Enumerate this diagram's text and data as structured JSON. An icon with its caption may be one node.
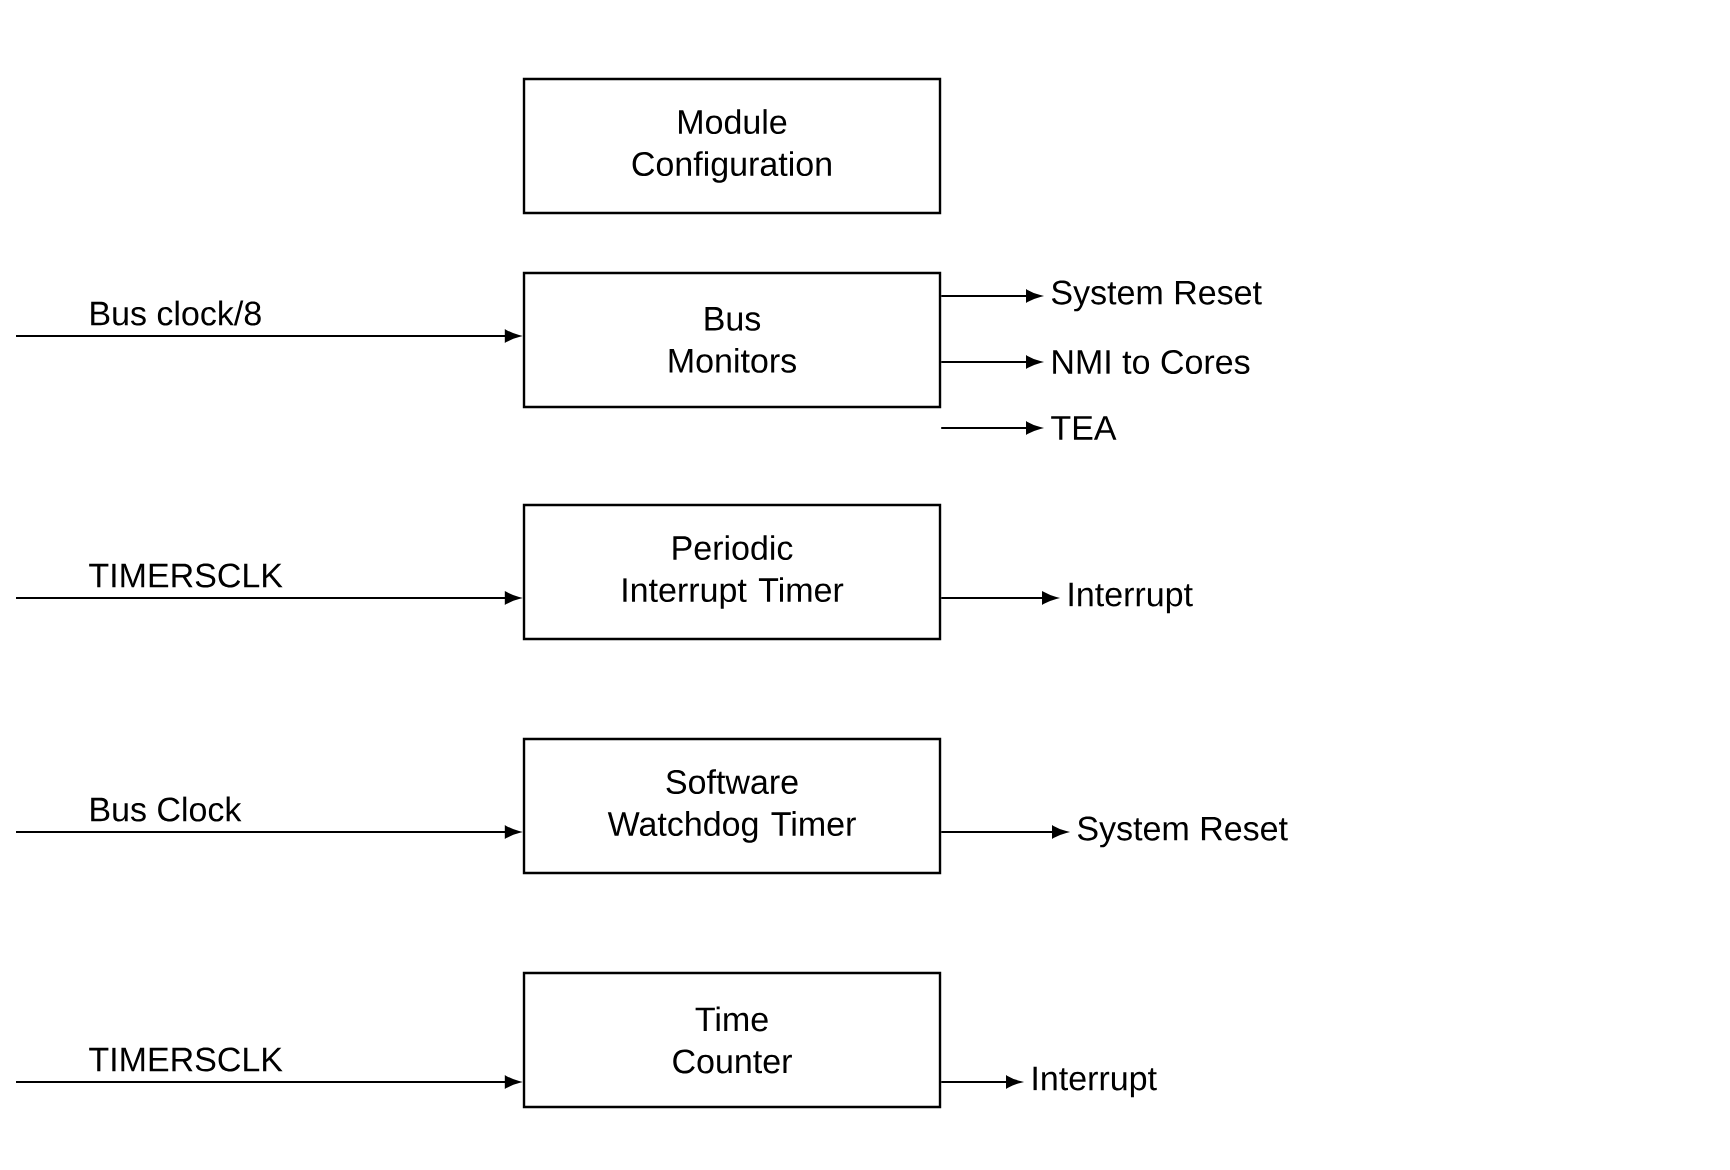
{
  "diagram": {
    "nodes": [
      {
        "text": [
          "Module Configuration"
        ]
      },
      {
        "text": [
          "Bus Monitors"
        ]
      },
      {
        "text": [
          "System Reset"
        ]
      },
      {
        "text": [
          "NMI to Cores"
        ]
      },
      {
        "text": [
          "TEA"
        ]
      },
      {
        "text": [
          "Periodic Interrupt Timer"
        ]
      },
      {
        "text": [
          "Interrupt"
        ]
      },
      {
        "text": [
          "Software Watchdog Timer"
        ]
      },
      {
        "text": [
          "System Reset"
        ]
      },
      {
        "text": [
          "Time Counter"
        ]
      },
      {
        "text": [
          "Interrupt"
        ]
      }
    ],
    "edges": [
      {
        "from": null,
        "to": 1,
        "arrow": "to",
        "label": "Bus clock/8"
      },
      {
        "from": 1,
        "to": 2,
        "arrow": "to"
      },
      {
        "from": 1,
        "to": 3,
        "arrow": "to"
      },
      {
        "from": 1,
        "to": 4,
        "arrow": "to"
      },
      {
        "from": null,
        "to": 5,
        "arrow": "to",
        "label": "TIMERSCLK"
      },
      {
        "from": 5,
        "to": 6,
        "arrow": "to"
      },
      {
        "from": null,
        "to": 7,
        "arrow": "to",
        "label": "Bus Clock"
      },
      {
        "from": 7,
        "to": 8,
        "arrow": "to"
      },
      {
        "from": null,
        "to": 9,
        "arrow": "to",
        "label": "TIMERSCLK"
      },
      {
        "from": 9,
        "to": 10,
        "arrow": "to"
      }
    ]
  }
}
